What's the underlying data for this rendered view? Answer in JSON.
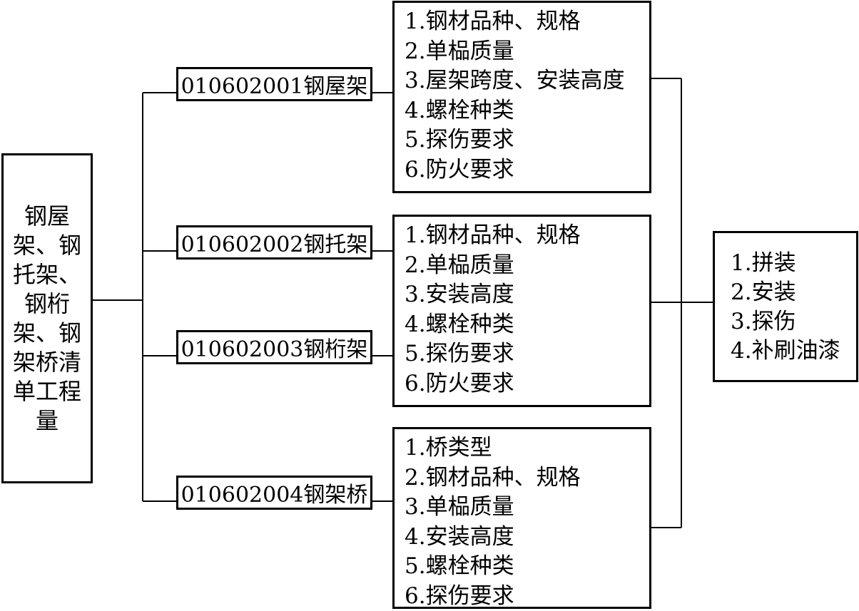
{
  "root": {
    "label": "钢屋架、钢托架、钢桁架、钢架桥清单工程量"
  },
  "items": [
    {
      "code_name": "010602001钢屋架",
      "features": [
        "1.钢材品种、规格",
        "2.单榀质量",
        "3.屋架跨度、安装高度",
        "4.螺栓种类",
        "5.探伤要求",
        "6.防火要求"
      ]
    },
    {
      "code_name": "010602002钢托架"
    },
    {
      "code_name": "010602003钢桁架",
      "features": [
        "1.钢材品种、规格",
        "2.单榀质量",
        "3.安装高度",
        "4.螺栓种类",
        "5.探伤要求",
        "6.防火要求"
      ]
    },
    {
      "code_name": "010602004钢架桥",
      "features": [
        "1.桥类型",
        "2.钢材品种、规格",
        "3.单榀质量",
        "4.安装高度",
        "5.螺栓种类",
        "6.探伤要求"
      ]
    }
  ],
  "work": {
    "items": [
      "1.拼装",
      "2.安装",
      "3.探伤",
      "4.补刷油漆"
    ]
  }
}
